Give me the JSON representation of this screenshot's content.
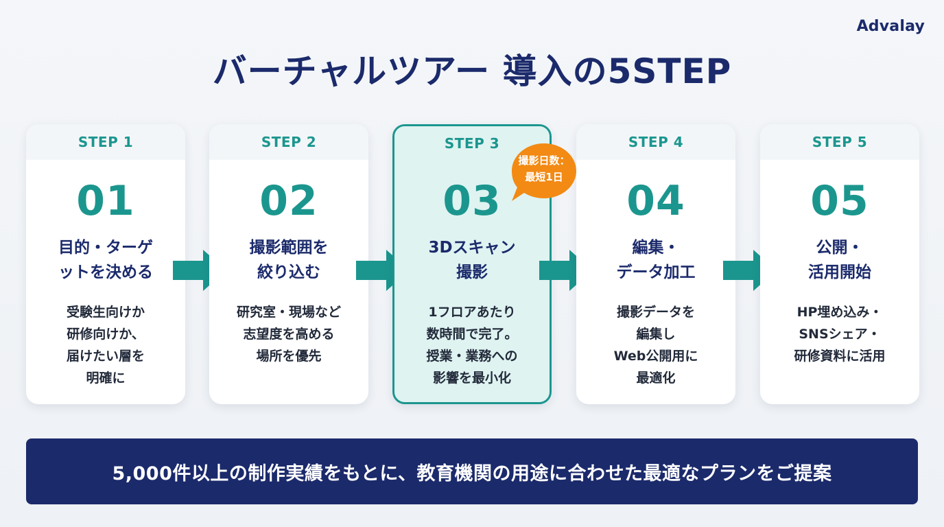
{
  "brand": "Advalay",
  "title": "バーチャルツアー 導入の5STEP",
  "badge": {
    "lines": [
      "撮影日数：",
      "最短1日"
    ],
    "color": "#f28a14"
  },
  "colors": {
    "accent": "#1b968e",
    "navy": "#1b2a6b",
    "badge": "#f28a14"
  },
  "steps": [
    {
      "label": "STEP 1",
      "number": "01",
      "title": [
        "目的・ターゲ",
        "ットを決める"
      ],
      "desc": [
        "受験生向けか",
        "研修向けか、",
        "届けたい層を",
        "明確に"
      ]
    },
    {
      "label": "STEP 2",
      "number": "02",
      "title": [
        "撮影範囲を",
        "絞り込む"
      ],
      "desc": [
        "研究室・現場など",
        "志望度を高める",
        "場所を優先"
      ]
    },
    {
      "label": "STEP 3",
      "number": "03",
      "title": [
        "3Dスキャン",
        "撮影"
      ],
      "desc": [
        "1フロアあたり",
        "数時間で完了。",
        "授業・業務への",
        "影響を最小化"
      ]
    },
    {
      "label": "STEP 4",
      "number": "04",
      "title": [
        "編集・",
        "データ加工"
      ],
      "desc": [
        "撮影データを",
        "編集し",
        "Web公開用に",
        "最適化"
      ]
    },
    {
      "label": "STEP 5",
      "number": "05",
      "title": [
        "公開・",
        "活用開始"
      ],
      "desc": [
        "HP埋め込み・",
        "SNSシェア・",
        "研修資料に活用"
      ]
    }
  ],
  "banner": "5,000件以上の制作実績をもとに、教育機関の用途に合わせた最適なプランをご提案"
}
